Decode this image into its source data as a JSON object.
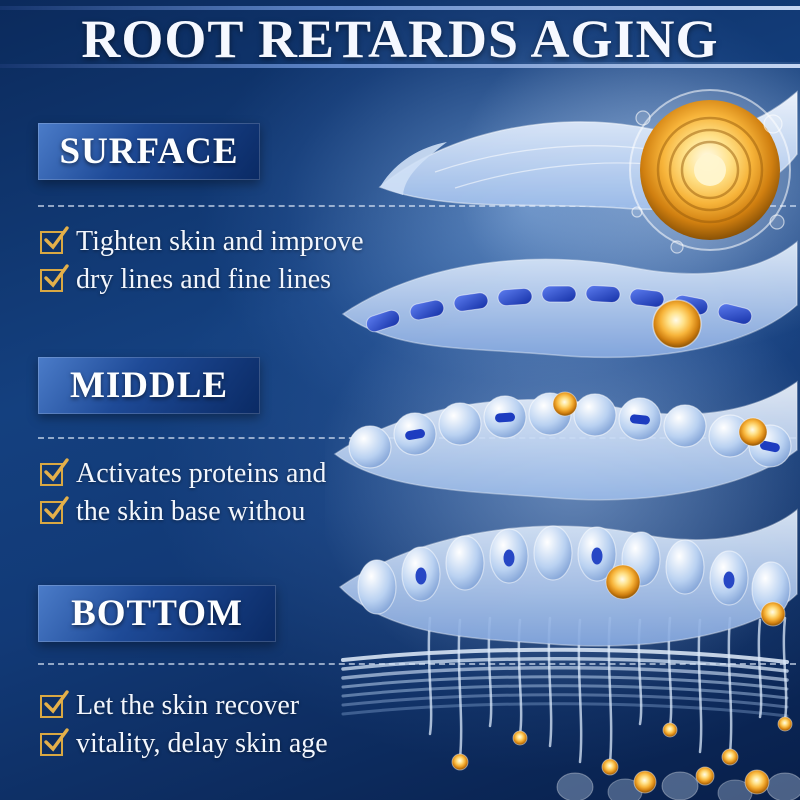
{
  "header": {
    "title": "ROOT RETARDS AGING"
  },
  "sections": [
    {
      "label": "SURFACE",
      "lines": [
        "Tighten skin and improve",
        "dry lines and fine lines"
      ]
    },
    {
      "label": "MIDDLE",
      "lines": [
        "Activates proteins and",
        "the skin base withou"
      ]
    },
    {
      "label": "BOTTOM",
      "lines": [
        "Let the skin recover",
        "vitality, delay skin age"
      ]
    }
  ],
  "colors": {
    "background_navy": "#0d2f66",
    "accent_gold": "#d9a843",
    "glow_gold": "#f7b43a",
    "layer_blue": "#9cbcea",
    "capsule_blue": "#2138ad"
  },
  "illustration": {
    "type": "skin-layers-3d-render",
    "elements": [
      "glowing-active-sphere",
      "surface-sheet",
      "capsule-cells",
      "round-cells",
      "oval-cells",
      "fiber-strands",
      "gold-actives"
    ]
  }
}
